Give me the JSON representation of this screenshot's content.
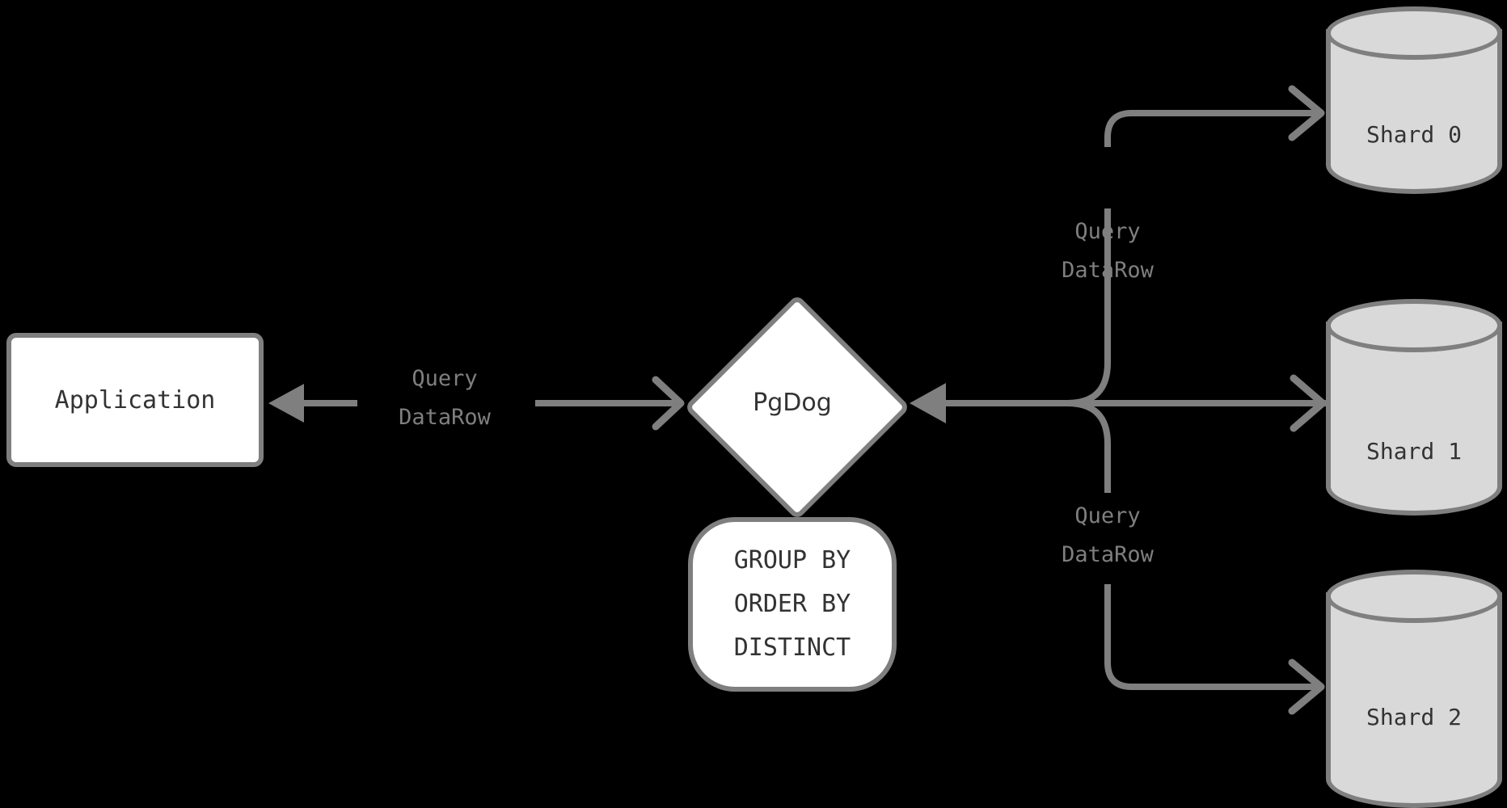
{
  "diagram": {
    "title": "PgDog query routing across shards",
    "background_color": "#000000",
    "stroke_color": "#7f7f7f",
    "node_fill": "#ffffff",
    "cylinder_fill": "#d9d9d9",
    "text_color": "#333333",
    "label_color": "#7f7f7f"
  },
  "nodes": {
    "application": {
      "label": "Application",
      "shape": "rounded-rect"
    },
    "pgdog": {
      "label": "PgDog",
      "shape": "diamond"
    },
    "clauses": {
      "shape": "rounded-rect",
      "lines": [
        "GROUP BY",
        "ORDER BY",
        "DISTINCT"
      ]
    },
    "shards": [
      {
        "label": "Shard 0",
        "shape": "cylinder"
      },
      {
        "label": "Shard 1",
        "shape": "cylinder"
      },
      {
        "label": "Shard 2",
        "shape": "cylinder"
      }
    ]
  },
  "edge_labels": {
    "app_pgdog": "Query\nDataRow",
    "pgdog_shard_top": "Query\nDataRow",
    "pgdog_shard_bottom": "Query\nDataRow"
  }
}
